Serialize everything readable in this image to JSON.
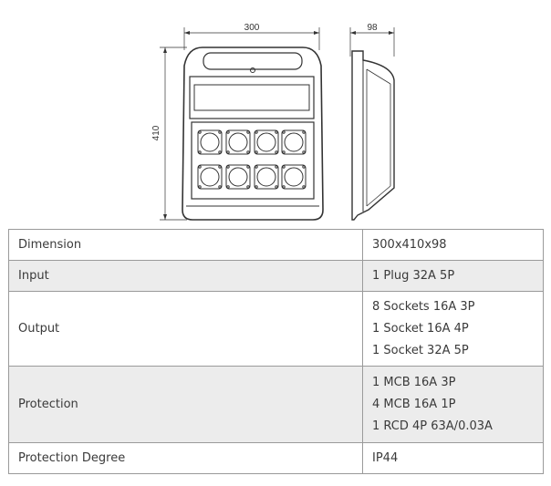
{
  "drawing": {
    "front_width_label": "300",
    "height_label": "410",
    "side_depth_label": "98"
  },
  "specs": [
    {
      "label": "Dimension",
      "values": [
        "300x410x98"
      ],
      "shaded": false
    },
    {
      "label": "Input",
      "values": [
        "1 Plug 32A 5P"
      ],
      "shaded": true
    },
    {
      "label": "Output",
      "values": [
        "8 Sockets 16A 3P",
        "1 Socket 16A 4P",
        "1 Socket 32A 5P"
      ],
      "shaded": false
    },
    {
      "label": "Protection",
      "values": [
        "1 MCB 16A 3P",
        "4 MCB 16A 1P",
        "1 RCD 4P 63A/0.03A"
      ],
      "shaded": true
    },
    {
      "label": "Protection Degree",
      "values": [
        "IP44"
      ],
      "shaded": false
    }
  ]
}
